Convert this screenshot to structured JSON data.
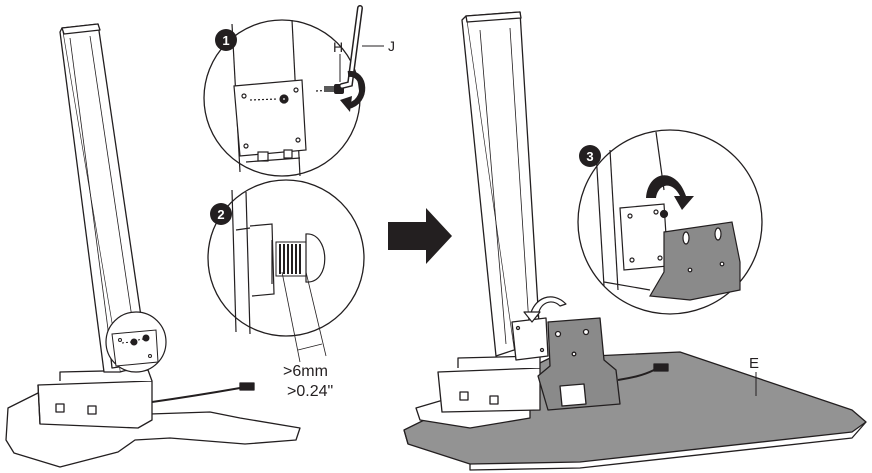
{
  "labels": {
    "screw": "H",
    "hex_key": "J",
    "base": "E",
    "measure_mm": ">6mm",
    "measure_in": ">0.24\""
  },
  "steps": [
    "1",
    "2",
    "3"
  ],
  "colors": {
    "line": "#231f20",
    "base_fill": "#939393",
    "bracket_fill": "#8a8a8a",
    "white": "#ffffff"
  }
}
